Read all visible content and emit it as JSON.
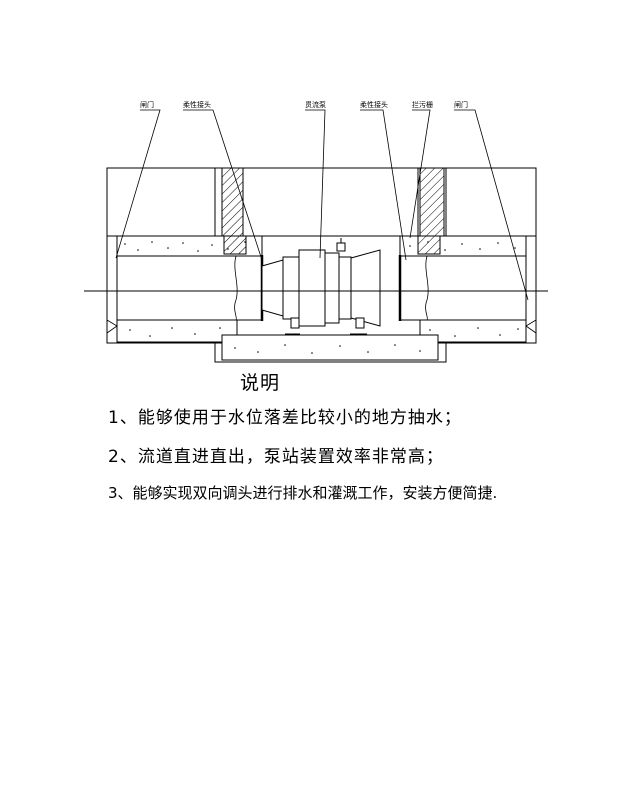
{
  "diagram": {
    "labels": {
      "gate_left": "闸门",
      "flexible_joint_left": "柔性接头",
      "pump_unit": "贯流泵",
      "flexible_joint_right": "柔性接头",
      "trash_rack": "拦污栅",
      "gate_right": "闸门"
    }
  },
  "notes": {
    "title": "说明",
    "items": [
      "1、能够使用于水位落差比较小的地方抽水；",
      "2、流道直进直出，泵站装置效率非常高；",
      "3、能够实现双向调头进行排水和灌溉工作，安装方便简捷."
    ]
  }
}
